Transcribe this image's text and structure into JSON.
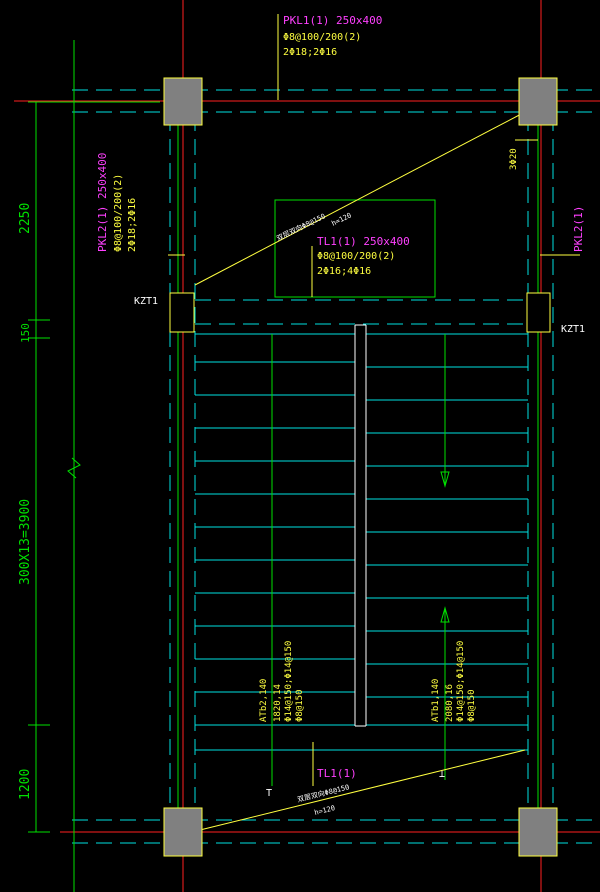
{
  "colors": {
    "background": "#000000",
    "red": "#ff2020",
    "green": "#00e000",
    "cyan": "#00e0e0",
    "yellow": "#ffff40",
    "magenta": "#ff40ff",
    "white": "#ffffff",
    "column_fill": "#808080"
  },
  "beams": {
    "pkl1": {
      "name": "PKL1(1) 250x400",
      "stirrup": "Φ8@100/200(2)",
      "rebar": "2Φ18;2Φ16"
    },
    "pkl2_left": {
      "name": "PKL2(1) 250x400",
      "stirrup": "Φ8@100/200(2)",
      "rebar": "2Φ18;2Φ16"
    },
    "pkl2_right": {
      "name": "PKL2(1)"
    },
    "tl1_top": {
      "name": "TL1(1) 250x400",
      "stirrup": "Φ8@100/200(2)",
      "rebar": "2Φ16;4Φ16"
    },
    "tl1_bottom": {
      "name": "TL1(1)"
    }
  },
  "columns": {
    "kzt1_left": "KZT1",
    "kzt1_right": "KZT1"
  },
  "right_note": "3Φ20",
  "slabs": {
    "top_rebar": "双层双向Φ8@150",
    "top_thickness": "h=120",
    "bottom_rebar": "双层双向Φ8@150",
    "bottom_thickness": "h=120"
  },
  "stairs": {
    "left": {
      "name": "ATb2,140",
      "rebar1": "1820,14",
      "rebar2": "Φ14@150;Φ14@150",
      "rebar3": "Φ8@150"
    },
    "right": {
      "name": "ATb1,140",
      "rebar1": "2080,16",
      "rebar2": "Φ14@150;Φ14@150",
      "rebar3": "Φ8@150"
    }
  },
  "dimensions": {
    "top": "2250",
    "mid_small": "150",
    "middle": "300X13=3900",
    "bottom": "1200"
  }
}
